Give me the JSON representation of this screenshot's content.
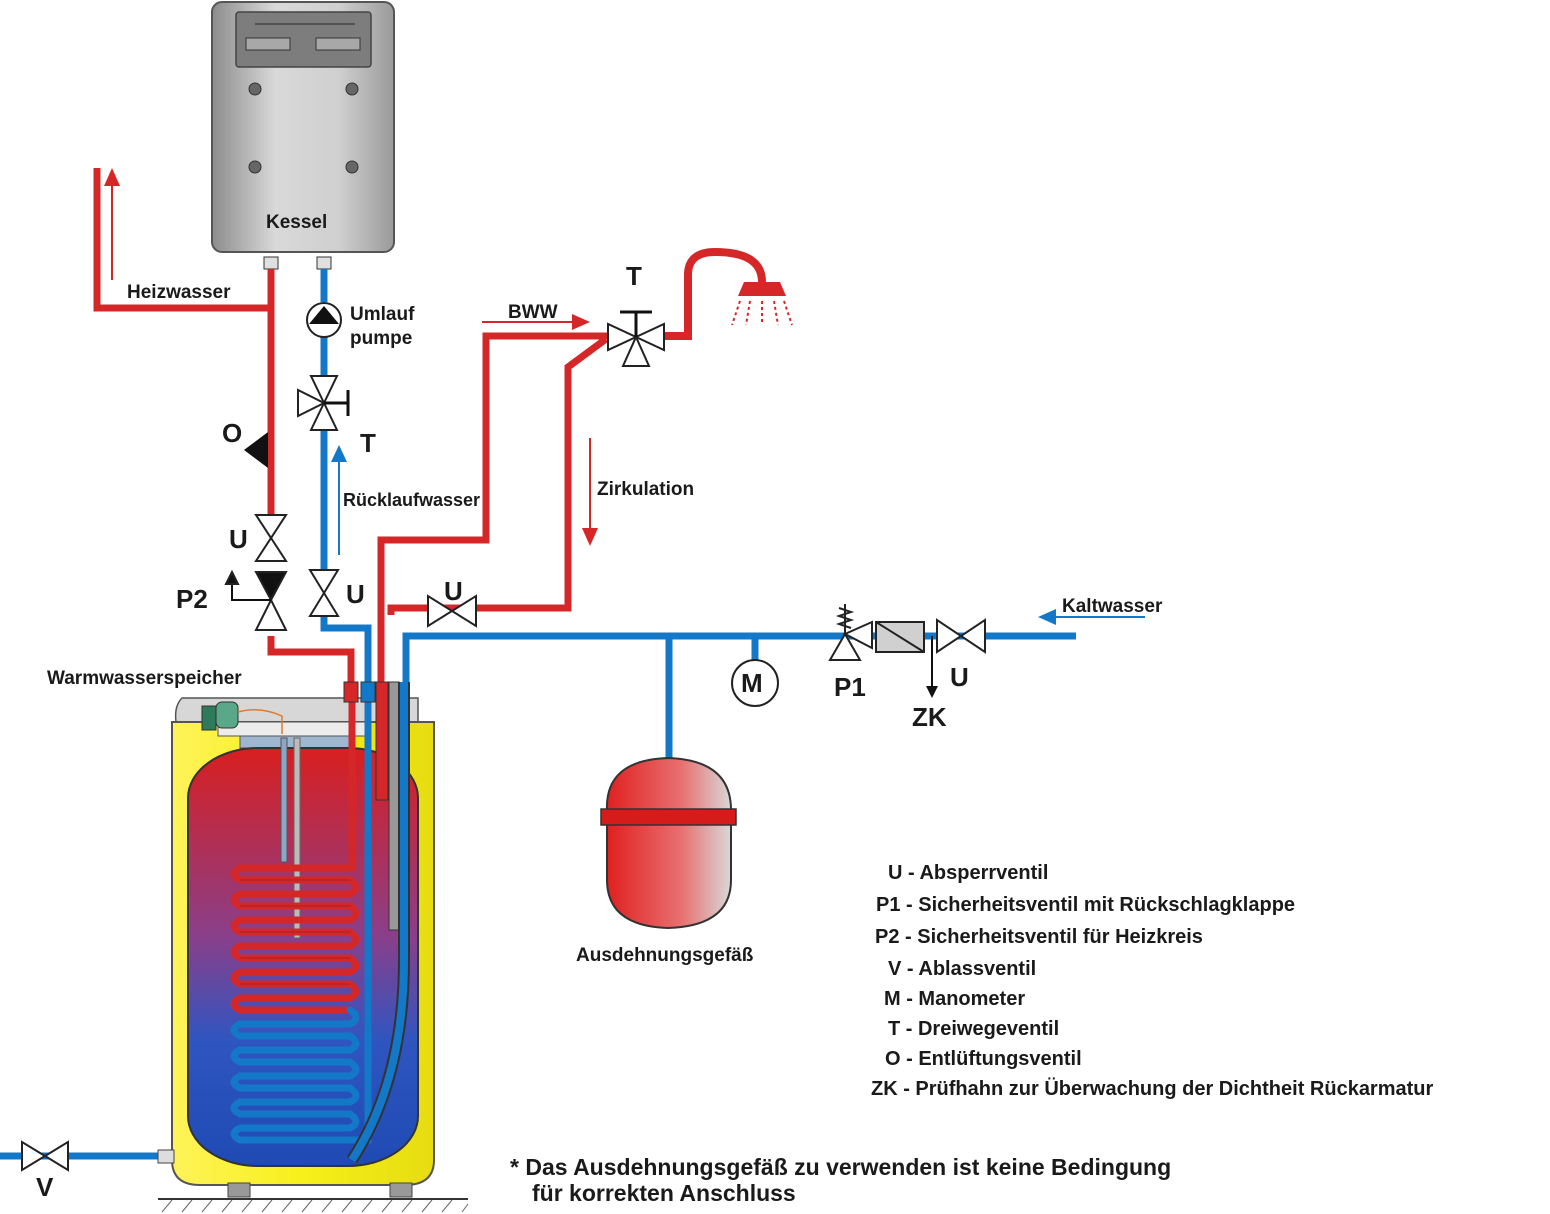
{
  "labels": {
    "boiler": "Kessel",
    "heating_water": "Heizwasser",
    "pump_line1": "Umlauf",
    "pump_line2": "pumpe",
    "return_water": "Rücklaufwasser",
    "hot_water": "BWW",
    "circulation": "Zirkulation",
    "cold_water": "Kaltwasser",
    "tank": "Warmwasserspeicher",
    "expansion_vessel": "Ausdehnungsgefäß",
    "valve_o": "O",
    "valve_t_return": "T",
    "valve_t_shower": "T",
    "valve_u_supply": "U",
    "valve_u_return": "U",
    "valve_u_circulation": "U",
    "valve_u_cold": "U",
    "valve_p2": "P2",
    "valve_p1": "P1",
    "manometer": "M",
    "test_cock": "ZK",
    "drain_valve": "V"
  },
  "legend": [
    {
      "code": "U",
      "text": "U - Absperrventil"
    },
    {
      "code": "P1",
      "text": "P1 - Sicherheitsventil mit Rückschlagklappe"
    },
    {
      "code": "P2",
      "text": "P2 - Sicherheitsventil für  Heizkreis"
    },
    {
      "code": "V",
      "text": "V - Ablassventil"
    },
    {
      "code": "M",
      "text": "M -  Manometer"
    },
    {
      "code": "T",
      "text": "T - Dreiwegeventil"
    },
    {
      "code": "O",
      "text": "O - Entlüftungsventil"
    },
    {
      "code": "ZK",
      "text": "ZK - Prüfhahn zur Überwachung der Dichtheit Rückarmatur"
    }
  ],
  "note": {
    "line1": "* Das Ausdehnungsgefäß zu verwenden ist keine Bedingung",
    "line2": "für korrekten Anschluss"
  },
  "colors": {
    "hot_pipe": "#d62728",
    "cold_pipe": "#1478c8",
    "tank_jacket": "#f5ef1a",
    "boiler_body": "#bdbdbd"
  }
}
